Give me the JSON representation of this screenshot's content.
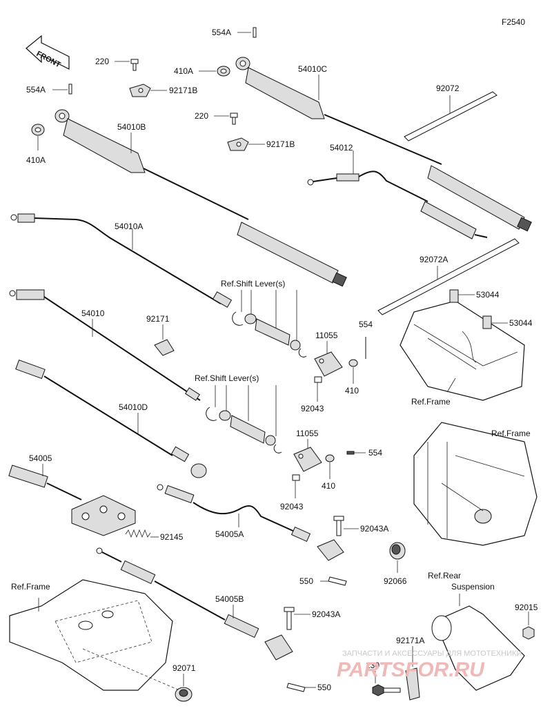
{
  "figure_code": "F2540",
  "front_label": "FRONT",
  "labels": {
    "l554A_top": "554A",
    "l554A_left": "554A",
    "l220_a": "220",
    "l92171B_a": "92171B",
    "l410A_mid": "410A",
    "l410A_left": "410A",
    "l54010C": "54010C",
    "l92072": "92072",
    "l220_b": "220",
    "l92171B_b": "92171B",
    "l54010B": "54010B",
    "l54012": "54012",
    "l54010A": "54010A",
    "l92072A": "92072A",
    "l53044_a": "53044",
    "l53044_b": "53044",
    "ref_shift_1": "Ref.Shift Lever(s)",
    "ref_shift_2": "Ref.Shift Lever(s)",
    "l54010": "54010",
    "l92171": "92171",
    "l554": "554",
    "l11055_a": "11055",
    "l410_a": "410",
    "l92043_a": "92043",
    "ref_frame_1": "Ref.Frame",
    "l54010D": "54010D",
    "ref_frame_2": "Ref.Frame",
    "l11055_b": "11055",
    "l554_b": "554",
    "l410_b": "410",
    "l92043_b": "92043",
    "l54005": "54005",
    "l92145": "92145",
    "l54005A": "54005A",
    "l92043A_a": "92043A",
    "l550_a": "550",
    "l92066": "92066",
    "ref_frame_3": "Ref.Frame",
    "ref_rear_1": "Ref.Rear",
    "ref_rear_2": "Suspension",
    "l54005B": "54005B",
    "l92015": "92015",
    "l92043A_b": "92043A",
    "l92171A": "92171A",
    "l130": "130",
    "l92071": "92071",
    "l550_b": "550"
  },
  "watermark": {
    "line1": "ЗАПЧАСТИ И АКСЕССУАРЫ ДЛЯ МОТОТЕХНИКИ",
    "line2": "PARTSFOR.RU"
  }
}
